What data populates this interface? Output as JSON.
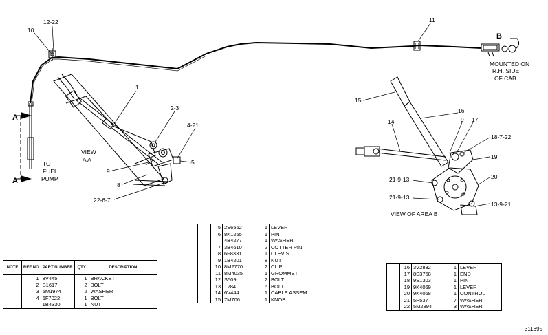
{
  "diagram": {
    "callouts": {
      "c10": "10",
      "c12_22": "12-22",
      "c11": "11",
      "c1": "1",
      "c2_3": "2-3",
      "c4_21": "4-21",
      "c5": "5",
      "c9_left": "9",
      "c8": "8",
      "c22_6_7": "22-6-7",
      "c15": "15",
      "c16": "16",
      "c9_right": "9",
      "c17": "17",
      "c14": "14",
      "c18_7_22": "18-7-22",
      "c19": "19",
      "c20": "20",
      "c21_9_13_a": "21-9-13",
      "c21_9_13_b": "21-9-13",
      "c13_9_21": "13-9-21"
    },
    "labels": {
      "section_a_top": "A",
      "section_a_bottom": "A",
      "to_fuel_pump": [
        "TO",
        "FUEL",
        "PUMP"
      ],
      "view_aa": [
        "VIEW",
        "A A"
      ],
      "view_b": "B",
      "mounted_note": [
        "MOUNTED ON",
        "R.H. SIDE",
        "OF CAB"
      ],
      "view_area_b": "VIEW OF AREA B"
    }
  },
  "tables": {
    "left": {
      "headers": {
        "note": "NOTE",
        "ref_no": "REF NO",
        "part_number": "PART NUMBER",
        "qty": "QTY",
        "description": "DESCRIPTION"
      },
      "rows": [
        {
          "ref": "1",
          "part": "8V445",
          "qty": "1",
          "desc": "BRACKET"
        },
        {
          "ref": "2",
          "part": "S1617",
          "qty": "2",
          "desc": "BOLT"
        },
        {
          "ref": "3",
          "part": "5M1974",
          "qty": "2",
          "desc": "WASHER"
        },
        {
          "ref": "4",
          "part": "6F7022",
          "qty": "1",
          "desc": "BOLT"
        },
        {
          "ref": "",
          "part": "1B4330",
          "qty": "1",
          "desc": "NUT"
        }
      ]
    },
    "middle": {
      "rows": [
        {
          "ref": "5",
          "part": "2S6562",
          "qty": "1",
          "desc": "LEVER"
        },
        {
          "ref": "6",
          "part": "8K1255",
          "qty": "1",
          "desc": "PIN"
        },
        {
          "ref": "",
          "part": "4B4277",
          "qty": "1",
          "desc": "WASHER"
        },
        {
          "ref": "7",
          "part": "3B4610",
          "qty": "2",
          "desc": "COTTER PIN"
        },
        {
          "ref": "8",
          "part": "6F8331",
          "qty": "1",
          "desc": "CLEVIS"
        },
        {
          "ref": "9",
          "part": "1B4201",
          "qty": "8",
          "desc": "NUT"
        },
        {
          "ref": "10",
          "part": "8M2770",
          "qty": "2",
          "desc": "CLIP"
        },
        {
          "ref": "11",
          "part": "8M4035",
          "qty": "1",
          "desc": "GROMMET"
        },
        {
          "ref": "12",
          "part": "S509",
          "qty": "2",
          "desc": "BOLT"
        },
        {
          "ref": "13",
          "part": "T284",
          "qty": "6",
          "desc": "BOLT"
        },
        {
          "ref": "14",
          "part": "6V444",
          "qty": "1",
          "desc": "CABLE ASSEM."
        },
        {
          "ref": "15",
          "part": "7M706",
          "qty": "1",
          "desc": "KNOB"
        }
      ]
    },
    "right": {
      "rows": [
        {
          "ref": "16",
          "part": "3V2832",
          "qty": "1",
          "desc": "LEVER"
        },
        {
          "ref": "17",
          "part": "8S3768",
          "qty": "1",
          "desc": "END"
        },
        {
          "ref": "18",
          "part": "9S1303",
          "qty": "1",
          "desc": "PIN"
        },
        {
          "ref": "19",
          "part": "9K4069",
          "qty": "1",
          "desc": "LEVER"
        },
        {
          "ref": "20",
          "part": "9K4068",
          "qty": "1",
          "desc": "CONTROL"
        },
        {
          "ref": "21",
          "part": "5P537",
          "qty": "7",
          "desc": "WASHER"
        },
        {
          "ref": "22",
          "part": "5M2894",
          "qty": "3",
          "desc": "WASHER"
        }
      ]
    }
  },
  "reference_number": "311695"
}
